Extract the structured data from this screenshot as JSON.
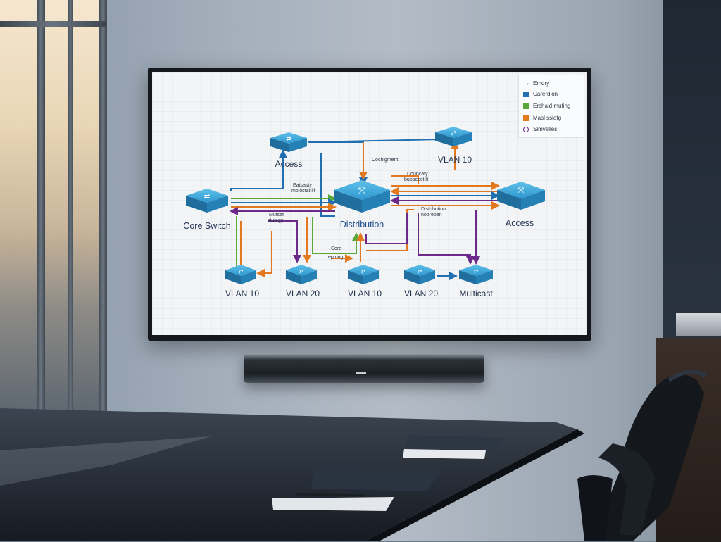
{
  "scene": {
    "description_hidden": ""
  },
  "legend": {
    "items": [
      {
        "label": "Emdry",
        "color": "#1f6fb2",
        "icon": "arrow-icon"
      },
      {
        "label": "Carerdion",
        "color": "#1f6fb2",
        "icon": "square-icon"
      },
      {
        "label": "Erchaid muting",
        "color": "#5aa83a",
        "icon": "square-icon"
      },
      {
        "label": "Masl ssiotg",
        "color": "#e2791f",
        "icon": "square-icon"
      },
      {
        "label": "Simvalles",
        "color": "#6b2a8a",
        "icon": "circle-icon"
      }
    ]
  },
  "nodes": {
    "access_top": "Access",
    "vlan10_top": "VLAN 10",
    "core_switch": "Core Switch",
    "distribution": "Distribution",
    "access_right": "Access",
    "vlan10_a": "VLAN 10",
    "vlan20_a": "VLAN 20",
    "vlan10_b": "VLAN 10",
    "vlan20_b": "VLAN 20",
    "multicast": "Multicast"
  },
  "annotations": {
    "cochigment": "Cochigment",
    "doumcsty": "Douncaty",
    "doumcsty_sub": "bupacect 8",
    "eatsasty": "Eatsasty",
    "eatsasty_sub": "molostat ilf",
    "mutsat": "Mutsat",
    "mutsat_sub": "stulogy",
    "distribution_note": "Distribution",
    "distribution_note_sub": "noorepan",
    "core_note": "Core",
    "core_note_sub": "eptong"
  },
  "colors": {
    "blue": "#1f6fb2",
    "green": "#5aa83a",
    "orange": "#e2791f",
    "purple": "#6b2a8a",
    "switch": "#2c8fc4"
  }
}
